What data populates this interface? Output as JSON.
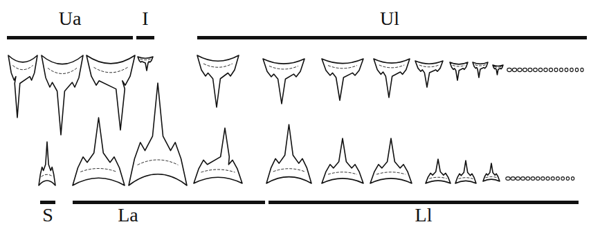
{
  "diagram": {
    "labels": [
      "Ua",
      "I",
      "Ul",
      "S",
      "La",
      "Ll"
    ]
  }
}
